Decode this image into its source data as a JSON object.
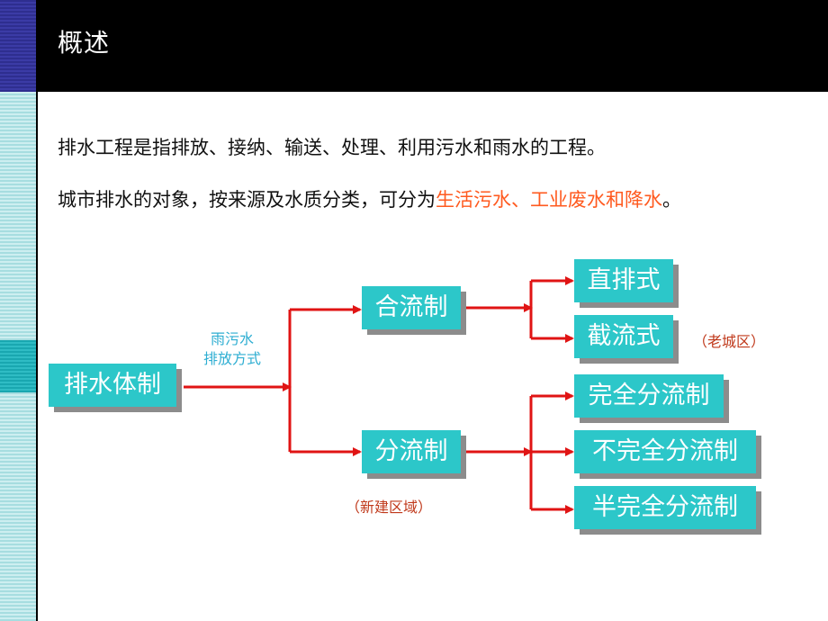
{
  "slide": {
    "title": "概述",
    "line1": "排水工程是指排放、接纳、输送、处理、利用污水和雨水的工程。",
    "line2_prefix": "城市排水的对象，按来源及水质分类，可分为",
    "line2_highlight": "生活污水、工业废水和降水",
    "line2_suffix": "。"
  },
  "diagram": {
    "root": "排水体制",
    "branch_label_line1": "雨污水",
    "branch_label_line2": "排放方式",
    "combined": "合流制",
    "separate": "分流制",
    "combined_children": [
      "直排式",
      "截流式"
    ],
    "separate_children": [
      "完全分流制",
      "不完全分流制",
      "半完全分流制"
    ],
    "note_old_city": "（老城区）",
    "note_new_area": "（新建区域）"
  },
  "colors": {
    "box_fill": "#2cc7c9",
    "arrow": "#e01414",
    "highlight_text": "#ff5a1f",
    "note_text": "#c0391b",
    "sublabel_text": "#2eaed2"
  }
}
